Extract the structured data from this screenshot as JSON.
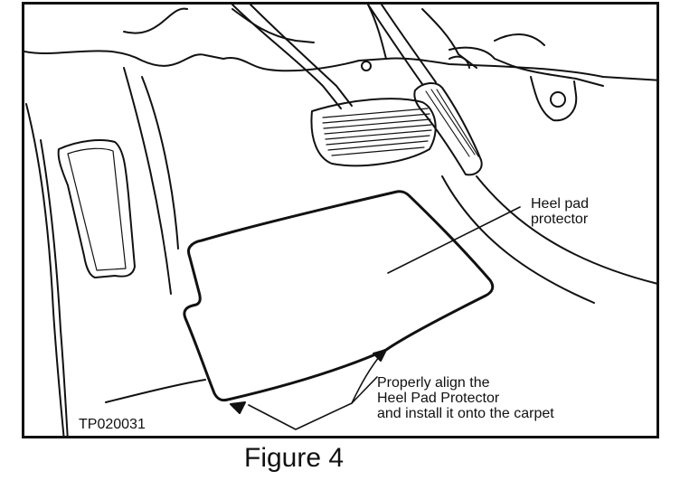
{
  "figure": {
    "caption": "Figure 4",
    "drawing_code": "TP020031"
  },
  "callouts": {
    "heel_pad": "Heel pad\nprotector",
    "align_instruction": "Properly align the\nHeel Pad Protector\nand install it onto the carpet"
  },
  "colors": {
    "line": "#111111",
    "background": "#ffffff"
  }
}
